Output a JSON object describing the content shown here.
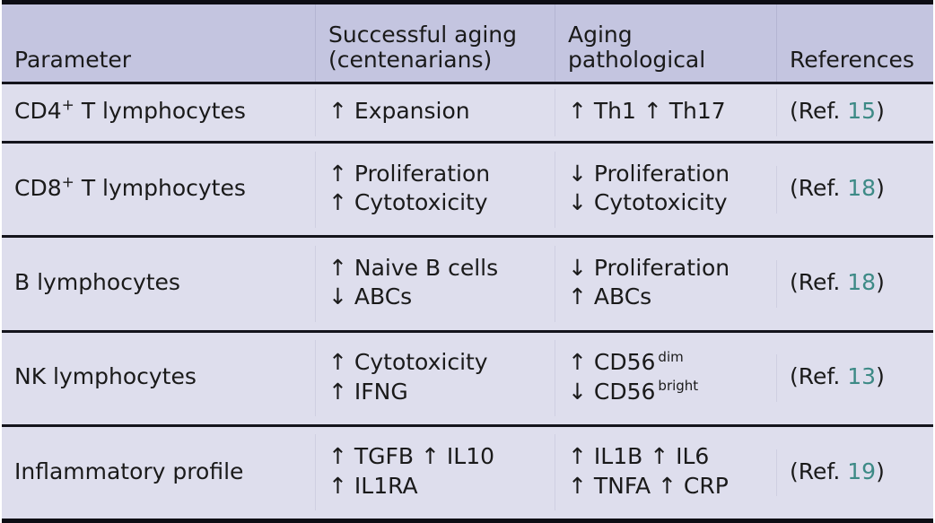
{
  "table": {
    "columns": [
      {
        "key": "parameter",
        "label": "Parameter"
      },
      {
        "key": "successful",
        "label_line1": "Successful aging",
        "label_line2": "(centenarians)"
      },
      {
        "key": "pathological",
        "label_line1": "Aging",
        "label_line2": "pathological"
      },
      {
        "key": "references",
        "label": "References"
      }
    ],
    "rows": [
      {
        "parameter_pre": "CD4",
        "parameter_sup": "+",
        "parameter_post": " T lymphocytes",
        "successful": {
          "line1_arrow": "↑",
          "line1_text": "Expansion"
        },
        "pathological": {
          "line1": "↑ Th1 ↑ Th17"
        },
        "ref_prefix": "(Ref. ",
        "ref_number": "15",
        "ref_suffix": ")"
      },
      {
        "parameter_pre": "CD8",
        "parameter_sup": "+",
        "parameter_post": " T lymphocytes",
        "successful": {
          "line1_arrow": "↑",
          "line1_text": "Proliferation",
          "line2_arrow": "↑",
          "line2_text": "Cytotoxicity"
        },
        "pathological": {
          "line1": "↓ Proliferation",
          "line2": "↓ Cytotoxicity"
        },
        "ref_prefix": "(Ref. ",
        "ref_number": "18",
        "ref_suffix": ")"
      },
      {
        "parameter_pre": "B lymphocytes",
        "parameter_sup": "",
        "parameter_post": "",
        "successful": {
          "line1_arrow": "↑",
          "line1_text": "Naive B cells",
          "line2_arrow": "↓",
          "line2_text": "ABCs"
        },
        "pathological": {
          "line1": "↓ Proliferation",
          "line2": "↑ ABCs"
        },
        "ref_prefix": "(Ref. ",
        "ref_number": "18",
        "ref_suffix": ")"
      },
      {
        "parameter_pre": "NK lymphocytes",
        "parameter_sup": "",
        "parameter_post": "",
        "successful": {
          "line1_arrow": "↑",
          "line1_text": "Cytotoxicity",
          "line2_arrow": "↑",
          "line2_text": "IFNG"
        },
        "pathological": {
          "line1_arrow": "↑",
          "line1_text": "CD56",
          "line1_sup": "dim",
          "line2_arrow": "↓",
          "line2_text": "CD56",
          "line2_sup": "bright"
        },
        "ref_prefix": "(Ref. ",
        "ref_number": "13",
        "ref_suffix": ")"
      },
      {
        "parameter_pre": "Inflammatory profile",
        "parameter_sup": "",
        "parameter_post": "",
        "successful": {
          "line1_arrow": "↑",
          "line1_text": "TGFB ↑ IL10",
          "line2_arrow": "↑",
          "line2_text": "IL1RA"
        },
        "pathological": {
          "line1": "↑ IL1B ↑ IL6",
          "line2": "↑ TNFA ↑ CRP"
        },
        "ref_prefix": "(Ref. ",
        "ref_number": "19",
        "ref_suffix": ")"
      }
    ]
  },
  "colors": {
    "header_background": "#c4c5e0",
    "row_background": "#dedeed",
    "border": "#14141c",
    "reference_accent": "#3d8a86",
    "text": "#1a1a1a"
  }
}
